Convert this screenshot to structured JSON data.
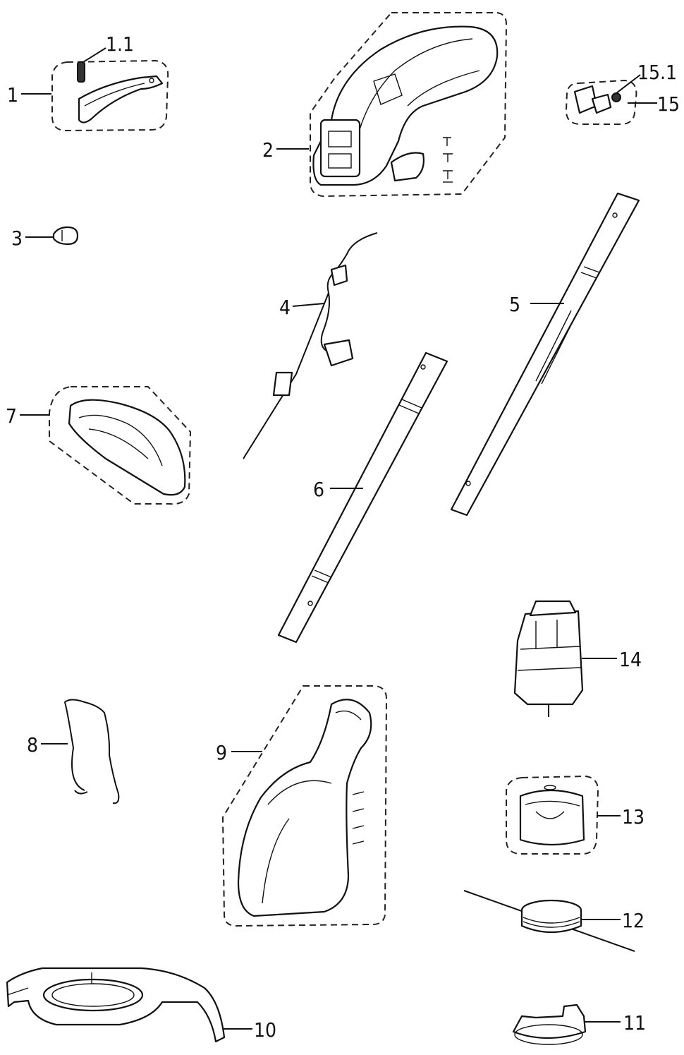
{
  "diagram": {
    "parts": [
      {
        "id": "p1",
        "label": "1"
      },
      {
        "id": "p1_1",
        "label": "1.1"
      },
      {
        "id": "p2",
        "label": "2"
      },
      {
        "id": "p3",
        "label": "3"
      },
      {
        "id": "p4",
        "label": "4"
      },
      {
        "id": "p5",
        "label": "5"
      },
      {
        "id": "p6",
        "label": "6"
      },
      {
        "id": "p7",
        "label": "7"
      },
      {
        "id": "p8",
        "label": "8"
      },
      {
        "id": "p9",
        "label": "9"
      },
      {
        "id": "p10",
        "label": "10"
      },
      {
        "id": "p11",
        "label": "11"
      },
      {
        "id": "p12",
        "label": "12"
      },
      {
        "id": "p13",
        "label": "13"
      },
      {
        "id": "p14",
        "label": "14"
      },
      {
        "id": "p15",
        "label": "15"
      },
      {
        "id": "p15_1",
        "label": "15.1"
      }
    ]
  }
}
